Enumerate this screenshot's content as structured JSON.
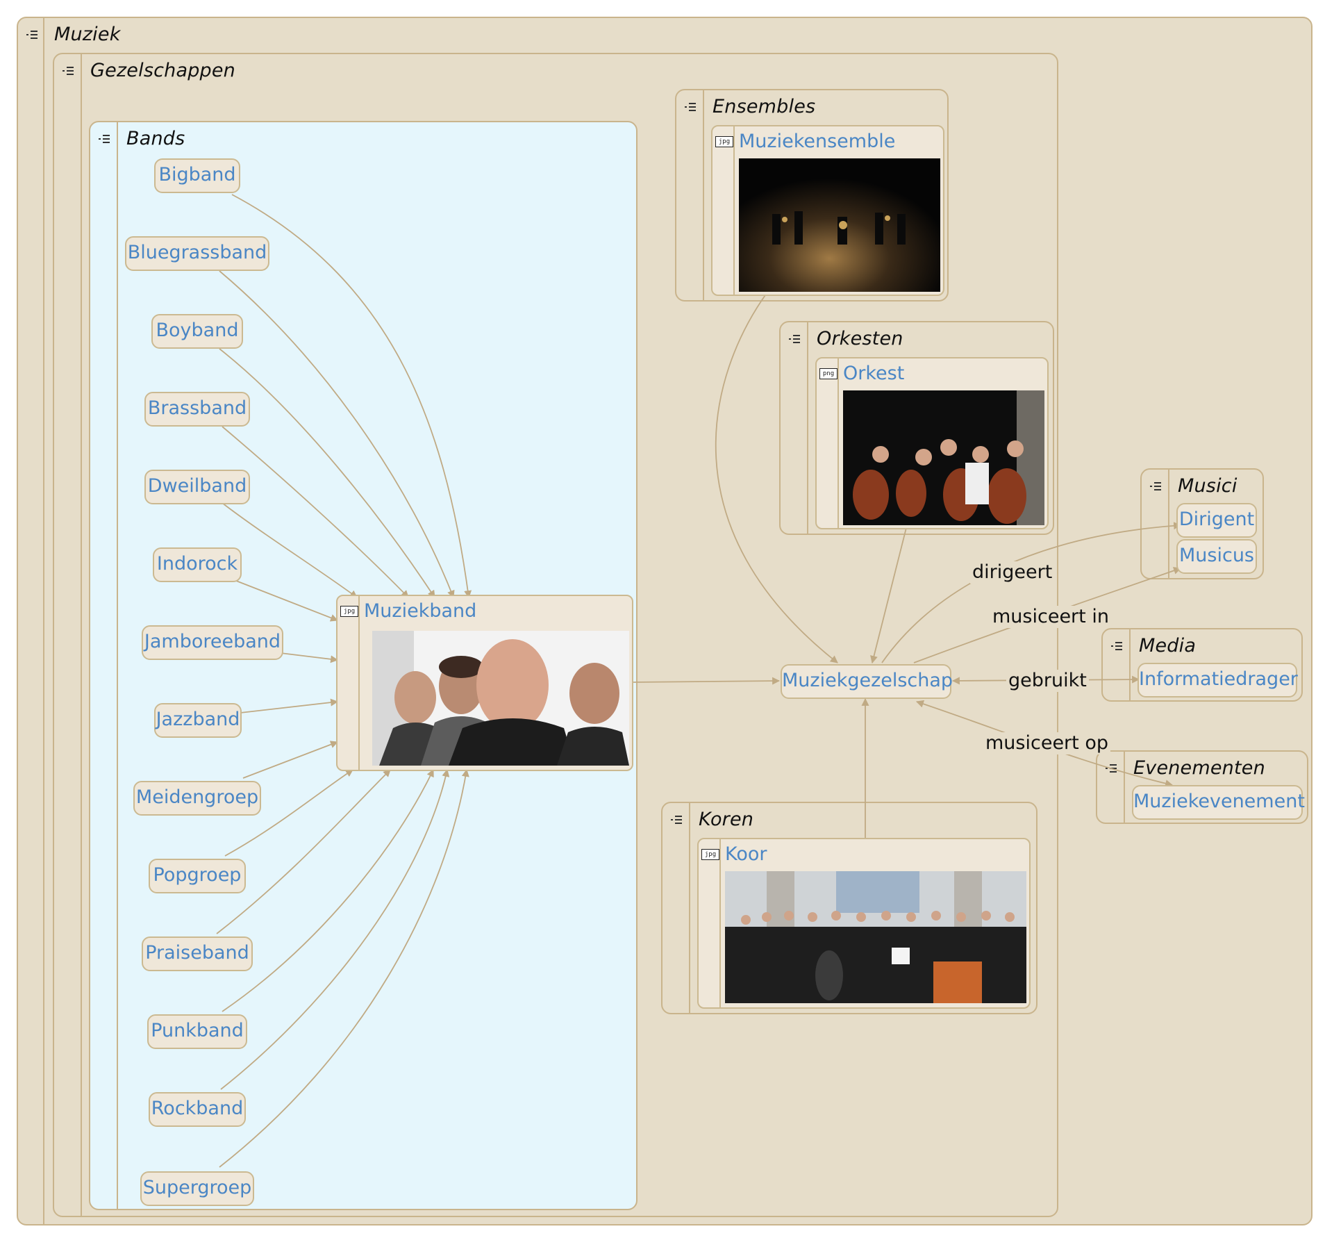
{
  "diagram": {
    "groups": {
      "muziek": "Muziek",
      "gezelschappen": "Gezelschappen",
      "bands": "Bands",
      "ensembles": "Ensembles",
      "orkesten": "Orkesten",
      "koren": "Koren",
      "musici": "Musici",
      "media": "Media",
      "evenementen": "Evenementen"
    },
    "bands": [
      "Bigband",
      "Bluegrassband",
      "Boyband",
      "Brassband",
      "Dweilband",
      "Indorock",
      "Jamboreeband",
      "Jazzband",
      "Meidengroep",
      "Popgroep",
      "Praiseband",
      "Punkband",
      "Rockband",
      "Supergroep"
    ],
    "cards": {
      "muziekband": {
        "title": "Muziekband",
        "format": "jpg"
      },
      "muziekensemble": {
        "title": "Muziekensemble",
        "format": "jpg"
      },
      "orkest": {
        "title": "Orkest",
        "format": "png"
      },
      "koor": {
        "title": "Koor",
        "format": "jpg"
      }
    },
    "nodes": {
      "muziekgezelschap": "Muziekgezelschap",
      "dirigent": "Dirigent",
      "musicus": "Musicus",
      "informatiedrager": "Informatiedrager",
      "muziekevenement": "Muziekevenement"
    },
    "edge_labels": {
      "dirigeert": "dirigeert",
      "musiceert_in": "musiceert in",
      "gebruikt": "gebruikt",
      "musiceert_op": "musiceert op"
    },
    "colors": {
      "edge": "#c0aa84",
      "group_fill": "#e6ddc9",
      "bands_fill": "#e5f6fc",
      "node_text": "#4a86c5"
    },
    "group_icon": "collapse-list-icon"
  }
}
